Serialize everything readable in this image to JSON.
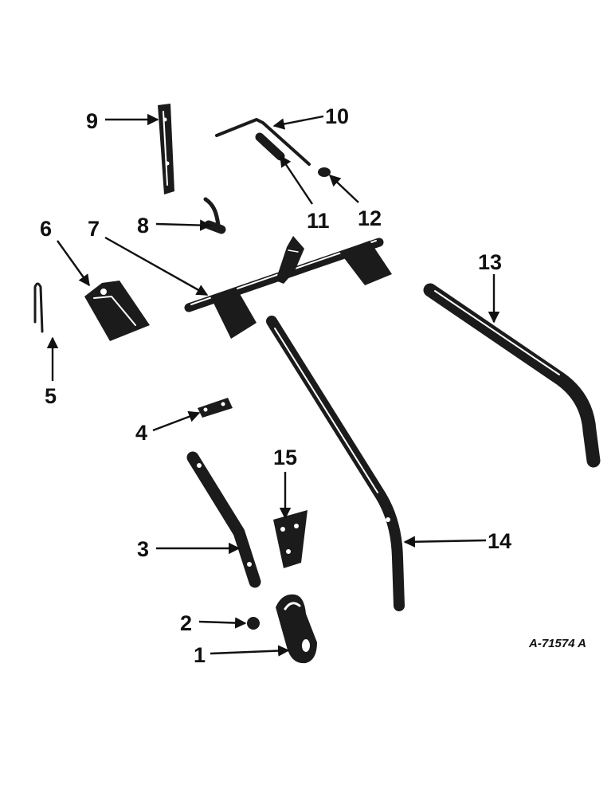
{
  "diagram": {
    "reference_code": "A-71574 A",
    "callouts": [
      "1",
      "2",
      "3",
      "4",
      "5",
      "6",
      "7",
      "8",
      "9",
      "10",
      "11",
      "12",
      "13",
      "14",
      "15"
    ],
    "colors": {
      "ink": "#111111",
      "paper": "#ffffff"
    }
  }
}
